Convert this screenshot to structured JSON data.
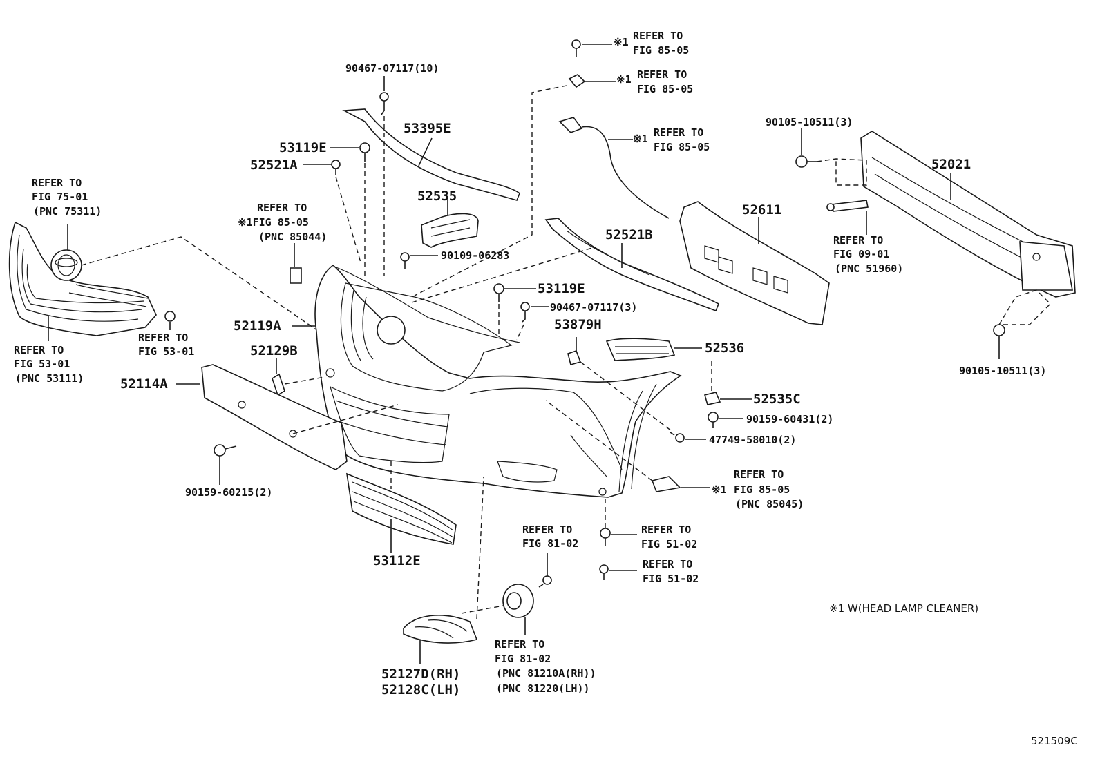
{
  "diagram": {
    "callouts": [
      {
        "id": "c1",
        "lines": [
          "REFER TO",
          "FIG 75-01",
          "(PNC 75311)"
        ]
      },
      {
        "id": "c2",
        "lines": [
          "REFER TO",
          "FIG 53-01",
          "(PNC 53111)"
        ]
      },
      {
        "id": "c3",
        "lines": [
          "REFER TO",
          "FIG 53-01"
        ]
      },
      {
        "id": "c4",
        "lines": [
          "REFER TO",
          "※1FIG 85-05",
          "(PNC 85044)"
        ]
      },
      {
        "id": "c5",
        "lines": [
          "※1",
          "REFER TO",
          "FIG 85-05"
        ]
      },
      {
        "id": "c6",
        "lines": [
          "※1",
          "REFER TO",
          "FIG 85-05"
        ]
      },
      {
        "id": "c7",
        "lines": [
          "※1",
          "REFER TO",
          "FIG 85-05"
        ]
      },
      {
        "id": "c8",
        "lines": [
          "REFER TO",
          "FIG 09-01",
          "(PNC 51960)"
        ]
      },
      {
        "id": "c9",
        "lines": [
          "REFER TO",
          "※1",
          "FIG 85-05",
          "(PNC 85045)"
        ]
      },
      {
        "id": "c10",
        "lines": [
          "REFER TO",
          "FIG 81-02"
        ]
      },
      {
        "id": "c11",
        "lines": [
          "REFER TO",
          "FIG 51-02"
        ]
      },
      {
        "id": "c12",
        "lines": [
          "REFER TO",
          "FIG 51-02"
        ]
      },
      {
        "id": "c13",
        "lines": [
          "REFER TO",
          "FIG 81-02",
          "(PNC 81210A(RH))",
          "(PNC 81220(LH))"
        ]
      }
    ],
    "parts": [
      {
        "id": "p1",
        "label": "90467-07117(10)"
      },
      {
        "id": "p2",
        "label": "53395E"
      },
      {
        "id": "p3",
        "label": "53119E"
      },
      {
        "id": "p4",
        "label": "52521A"
      },
      {
        "id": "p5",
        "label": "52535"
      },
      {
        "id": "p6",
        "label": "90109-06283"
      },
      {
        "id": "p7",
        "label": "52521B"
      },
      {
        "id": "p8",
        "label": "53119E"
      },
      {
        "id": "p9",
        "label": "90467-07117(3)"
      },
      {
        "id": "p10",
        "label": "53879H"
      },
      {
        "id": "p11",
        "label": "52536"
      },
      {
        "id": "p12",
        "label": "52119A"
      },
      {
        "id": "p13",
        "label": "52129B"
      },
      {
        "id": "p14",
        "label": "52114A"
      },
      {
        "id": "p15",
        "label": "52535C"
      },
      {
        "id": "p16",
        "label": "90159-60431(2)"
      },
      {
        "id": "p17",
        "label": "47749-58010(2)"
      },
      {
        "id": "p18",
        "label": "90159-60215(2)"
      },
      {
        "id": "p19",
        "label": "53112E"
      },
      {
        "id": "p20",
        "label": "52611"
      },
      {
        "id": "p21",
        "label": "52021"
      },
      {
        "id": "p22",
        "label": "90105-10511(3)"
      },
      {
        "id": "p23",
        "label": "90105-10511(3)"
      },
      {
        "id": "p24",
        "label": "52127D(RH)"
      },
      {
        "id": "p25",
        "label": "52128C(LH)"
      }
    ],
    "footnote": "※1 W(HEAD LAMP CLEANER)",
    "figure_code": "521509C"
  }
}
